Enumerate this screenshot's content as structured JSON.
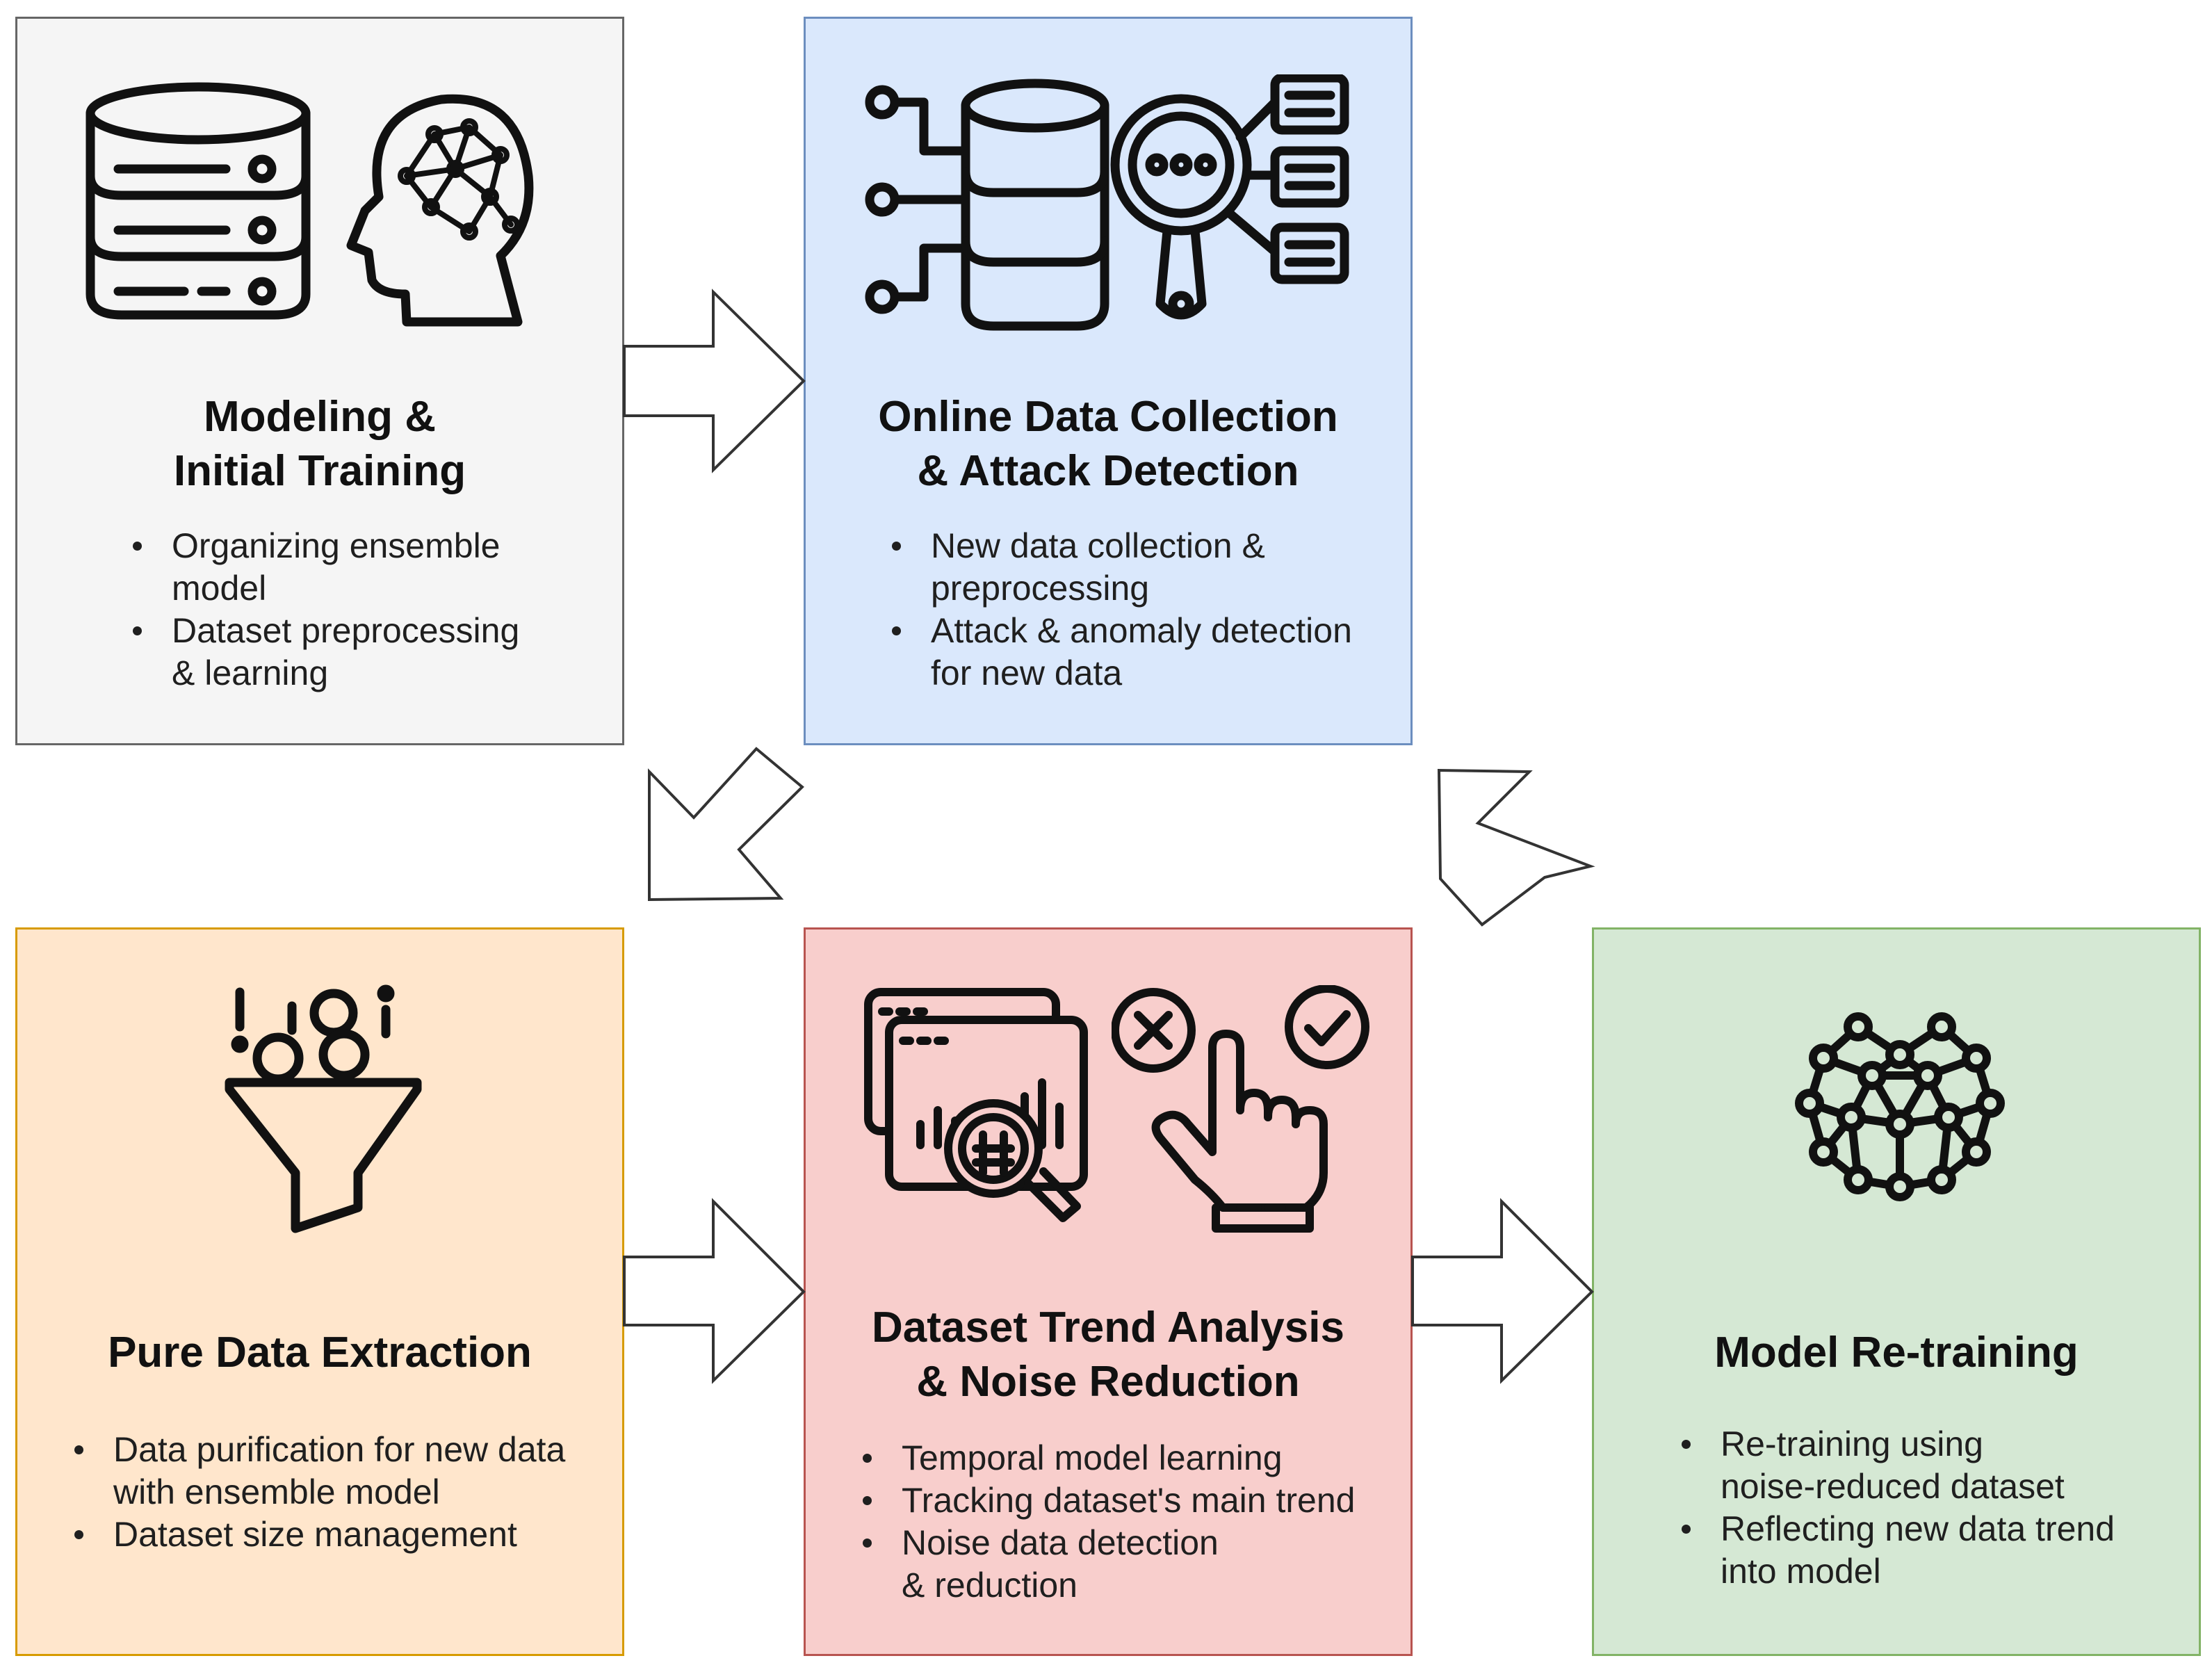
{
  "colors": {
    "box1_fill": "#f5f5f5",
    "box1_border": "#666666",
    "box2_fill": "#dae8fc",
    "box2_border": "#6c8ebf",
    "box3_fill": "#ffe6cc",
    "box3_border": "#d79b00",
    "box4_fill": "#f8cecc",
    "box4_border": "#b85450",
    "box5_fill": "#d5e8d4",
    "box5_border": "#82b366",
    "arrow_fill": "#ffffff",
    "arrow_stroke": "#333333"
  },
  "boxes": {
    "modeling": {
      "title": "Modeling &\nInitial Training",
      "bullets": [
        "Organizing ensemble\nmodel",
        "Dataset preprocessing\n& learning"
      ],
      "icons": [
        "database-icon",
        "brain-head-icon"
      ]
    },
    "online": {
      "title": "Online Data Collection\n& Attack Detection",
      "bullets": [
        "New data collection &\npreprocessing",
        "Attack & anomaly detection\nfor new data"
      ],
      "icons": [
        "data-network-search-icon"
      ]
    },
    "pure": {
      "title": "Pure Data Extraction",
      "bullets": [
        "Data purification for new data\nwith ensemble model",
        "Dataset size management"
      ],
      "icons": [
        "funnel-icon"
      ]
    },
    "trend": {
      "title": "Dataset Trend Analysis\n& Noise Reduction",
      "bullets": [
        "Temporal model learning",
        "Tracking dataset's main trend",
        "Noise data detection\n& reduction"
      ],
      "icons": [
        "chart-magnifier-icon",
        "hand-select-icon"
      ]
    },
    "retrain": {
      "title": "Model Re-training",
      "bullets": [
        "Re-training using\nnoise-reduced dataset",
        "Reflecting new data trend\ninto model"
      ],
      "icons": [
        "neural-network-icon"
      ]
    }
  },
  "flow": [
    {
      "from": "modeling",
      "to": "online"
    },
    {
      "from": "online",
      "to": "pure"
    },
    {
      "from": "pure",
      "to": "trend"
    },
    {
      "from": "trend",
      "to": "retrain"
    },
    {
      "from": "retrain",
      "to": "online"
    }
  ]
}
